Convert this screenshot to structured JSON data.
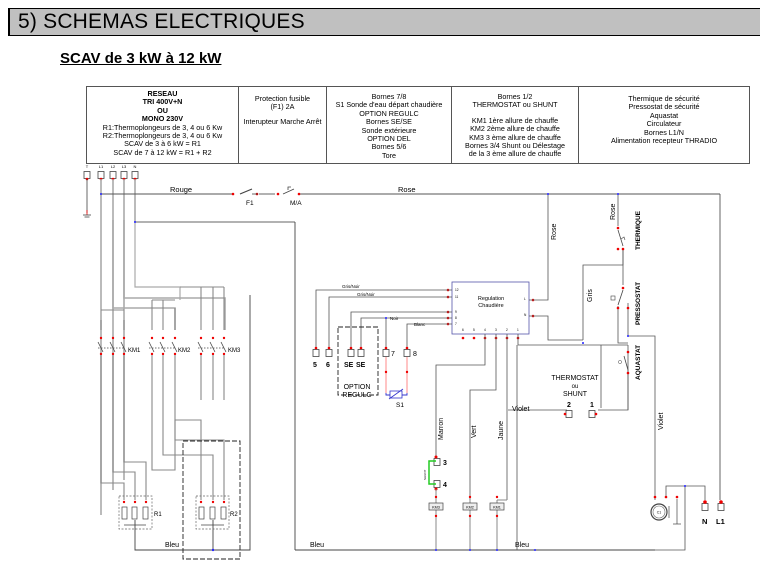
{
  "header": {
    "title": "5) SCHEMAS ELECTRIQUES"
  },
  "subtitle": "SCAV de 3 kW à 12 kW",
  "legend": {
    "col1": {
      "bold_lines": [
        "RESEAU",
        "TRI 400V+N",
        "OU",
        "MONO 230V"
      ],
      "lines": [
        "R1:Thermoplongeurs de 3, 4 ou 6 Kw",
        "R2:Thermoplongeurs de 3, 4 ou 6 Kw",
        "SCAV de 3 à 6 kW = R1",
        "SCAV de 7 à 12 kW = R1 + R2"
      ]
    },
    "col2": {
      "lines": [
        "Protection fusible",
        "(F1) 2A",
        "",
        "Interupteur Marche Arrêt"
      ]
    },
    "col3": {
      "lines": [
        "Bornes 7/8",
        "S1 Sonde d'eau départ chaudière",
        "OPTION REGULC",
        "Bornes SE/SE",
        "Sonde extérieure",
        "OPTION DEL",
        "Bornes 5/6",
        "Tore"
      ]
    },
    "col4": {
      "lines": [
        "Bornes 1/2",
        "THERMOSTAT ou SHUNT",
        "",
        "KM1 1ère allure de chauffe",
        "KM2 2ème allure de chauffe",
        "KM3 3 ème allure de chauffe",
        "Bornes 3/4 Shunt ou Délestage",
        "de la  3 ème allure de chauffe"
      ]
    },
    "col5": {
      "lines": [
        "Thermique de sécurité",
        "Pressostat de sécurité",
        "Aquastat",
        "Circulateur",
        "Bornes L1/N",
        "Alimentation recepteur THRADIO"
      ]
    }
  },
  "diagram": {
    "supply_terminals": [
      "T",
      "L1",
      "L2",
      "L3",
      "N"
    ],
    "wire_labels": {
      "rouge": "Rouge",
      "rose": "Rose",
      "rose_v1": "Rose",
      "rose_v2": "Rose",
      "gris": "Gris",
      "gris_noir_1": "Gris/Noir",
      "gris_noir_2": "Gris/Noir",
      "noir": "Noir",
      "blanc": "Blanc",
      "violet_h": "Violet",
      "violet_v": "Violet",
      "marron": "Marron",
      "vert": "Vert",
      "jaune": "Jaune",
      "bleu_1": "Bleu",
      "bleu_2": "Bleu"
    },
    "components": {
      "fuse": "F1",
      "switch": "M/A",
      "km1": "KM1",
      "km2": "KM2",
      "km3": "KM3",
      "r1": "R1",
      "r2": "R2",
      "s1": "S1",
      "shunt": "SHUNT",
      "thermique": "THERMIQUE",
      "pressostat": "PRESSOSTAT",
      "aquastat": "AQUASTAT",
      "circulator": "C1",
      "option_regulc": [
        "OPTION",
        "REGULC"
      ],
      "thermostat_label": [
        "THERMOSTAT",
        "ou",
        "SHUNT"
      ]
    },
    "regulation": {
      "title": [
        "Regulation",
        "Chaudière"
      ],
      "left_pins": [
        "12",
        "11",
        "9",
        "8",
        "7"
      ],
      "bottom_pins": [
        "6",
        "5",
        "4",
        "3",
        "2",
        "1"
      ],
      "right_pins": [
        "L",
        "N"
      ]
    },
    "terminals": {
      "t5": "5",
      "t6": "6",
      "se1": "SE",
      "se2": "SE",
      "t7": "7",
      "t8": "8",
      "t2": "2",
      "t1": "1",
      "t3": "3",
      "t4": "4",
      "tn": "N",
      "tl1": "L1"
    },
    "coils": [
      "KM3",
      "KM2",
      "KM1"
    ]
  }
}
